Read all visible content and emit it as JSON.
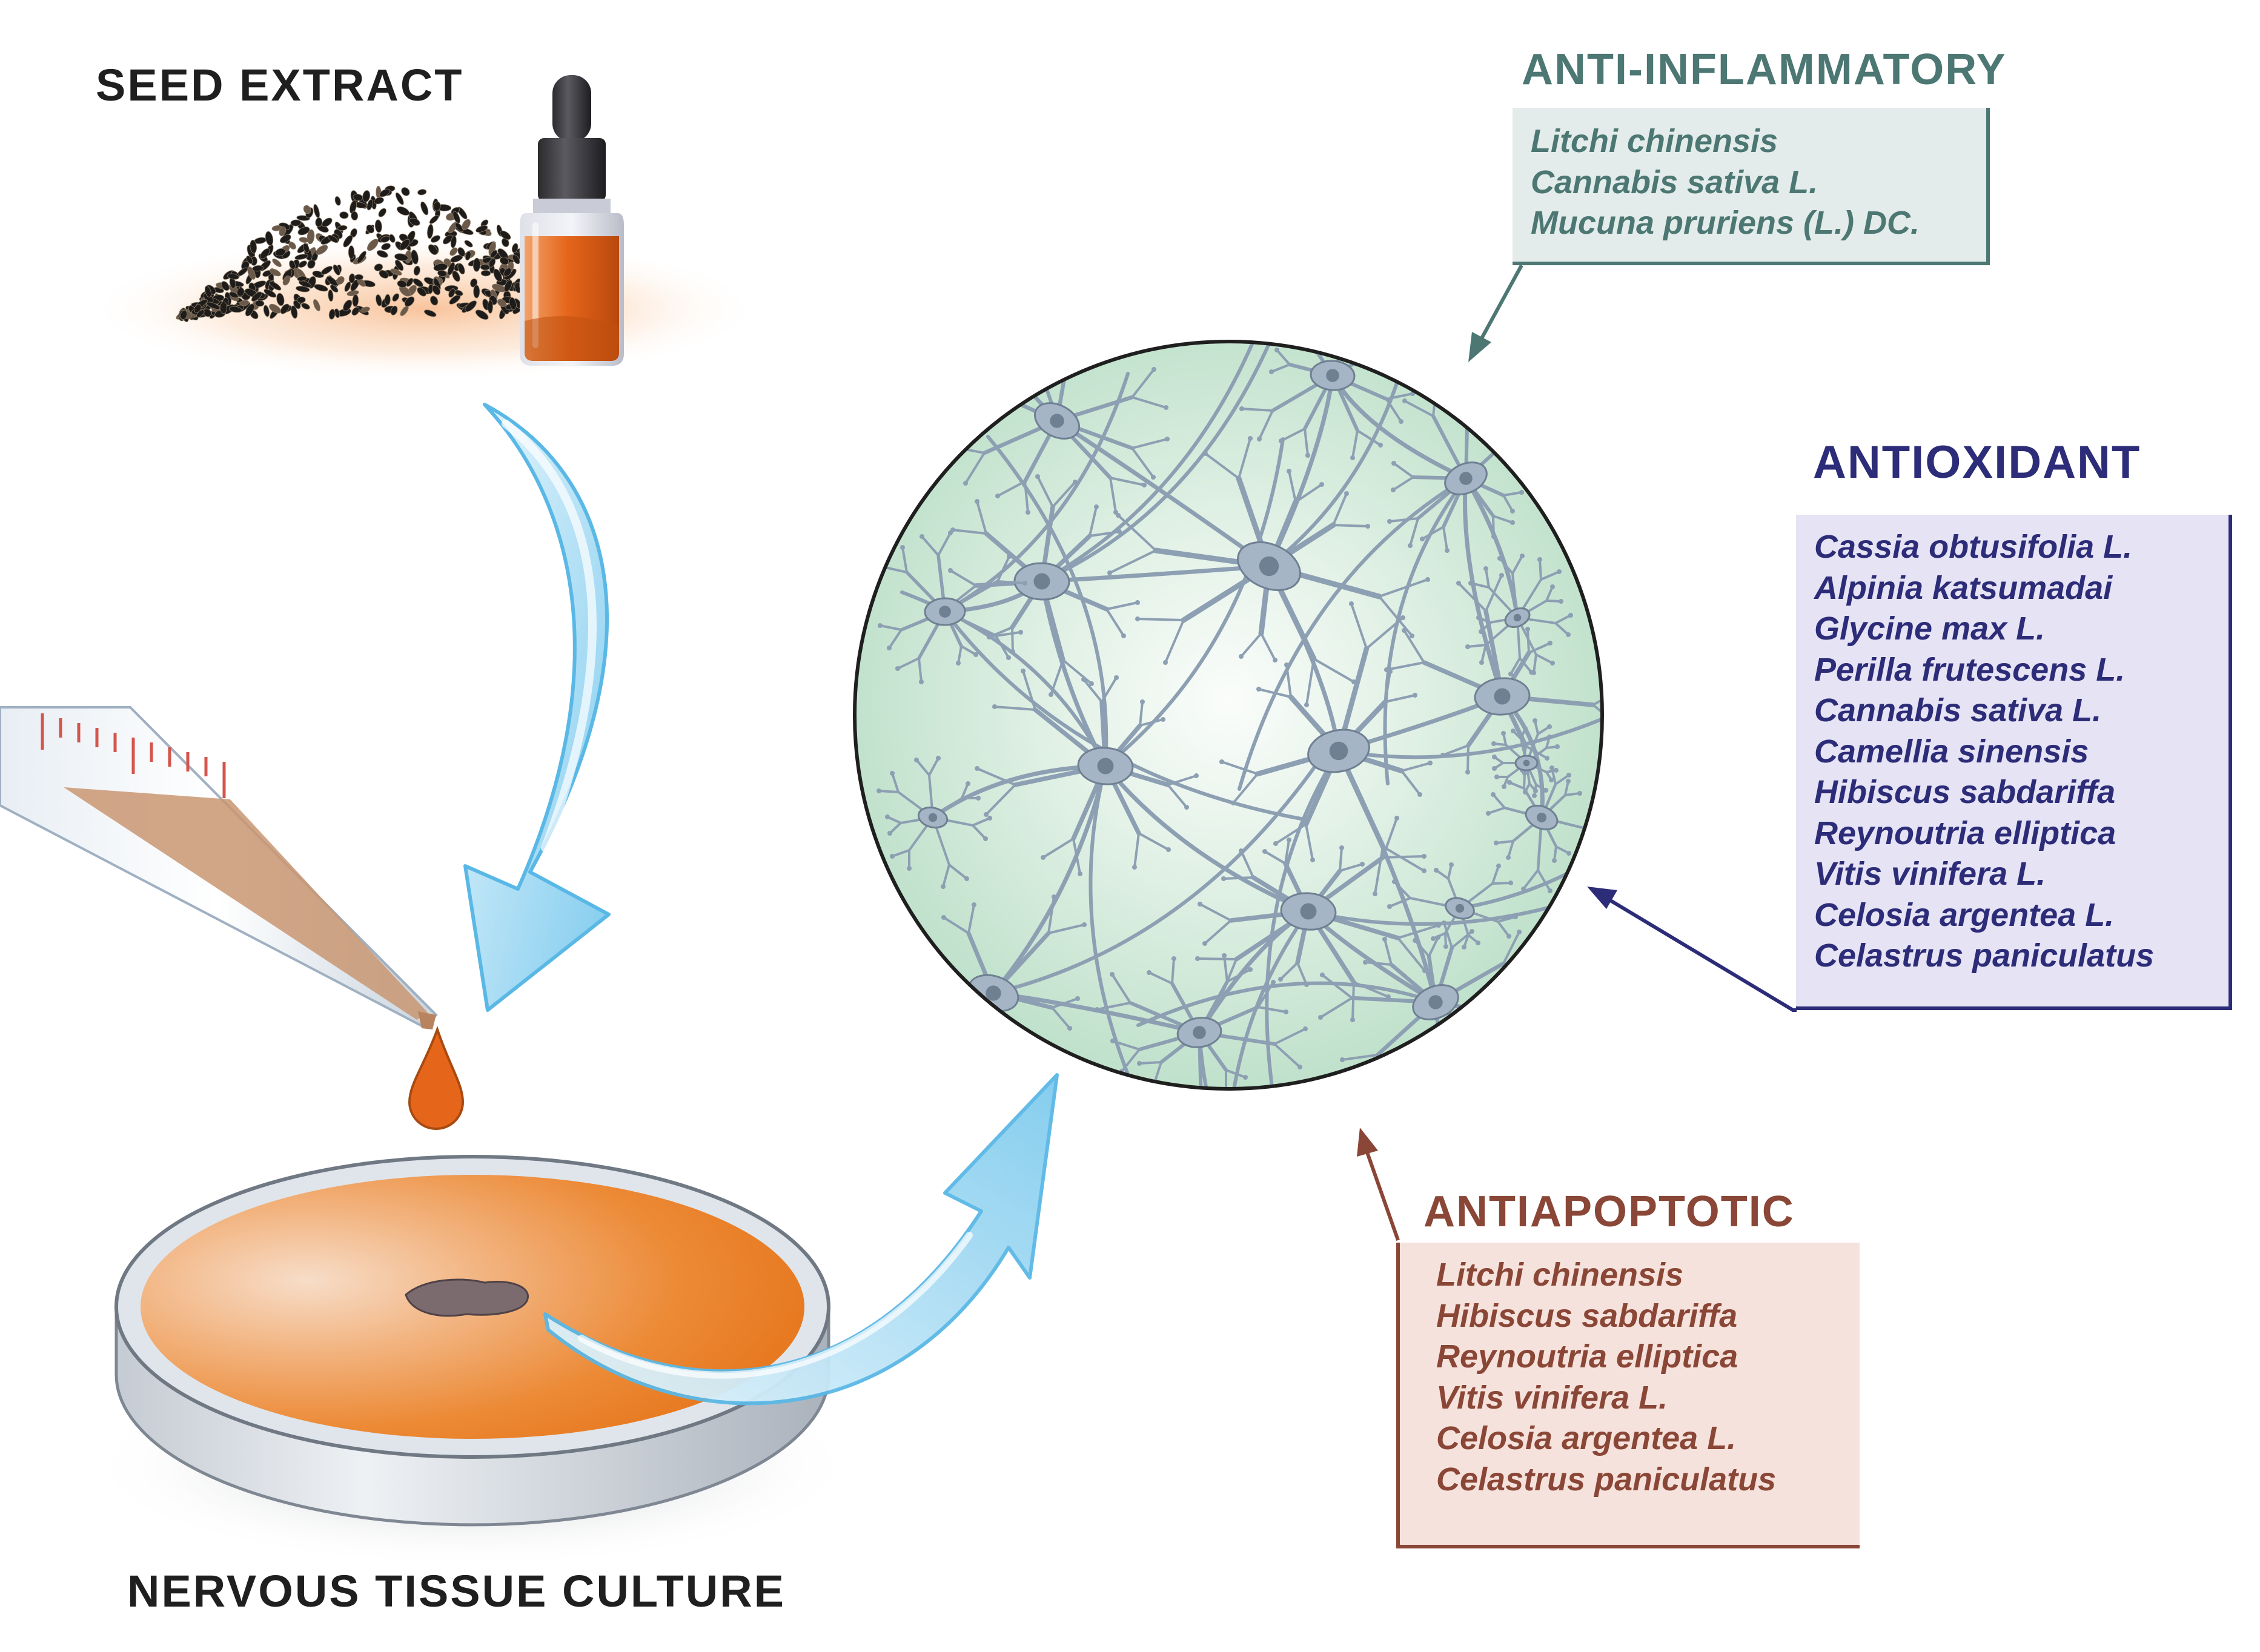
{
  "labels": {
    "seed_extract": "SEED EXTRACT",
    "nervous_tissue_culture": "NERVOUS TISSUE CULTURE"
  },
  "anti_inflammatory": {
    "heading": "ANTI-INFLAMMATORY",
    "color": "#4c7773",
    "items": [
      "Litchi chinensis",
      "Cannabis sativa L.",
      "Mucuna pruriens (L.) DC."
    ]
  },
  "antioxidant": {
    "heading": "ANTIOXIDANT",
    "color": "#2c2c78",
    "items": [
      "Cassia obtusifolia L.",
      "Alpinia katsumadai",
      "Glycine max L.",
      "Perilla frutescens L.",
      "Cannabis sativa L.",
      "Camellia sinensis",
      "Hibiscus sabdariffa",
      "Reynoutria elliptica",
      "Vitis vinifera L.",
      "Celosia argentea L.",
      "Celastrus paniculatus"
    ]
  },
  "antiapoptotic": {
    "heading": "ANTIAPOPTOTIC",
    "color": "#8a4636",
    "items": [
      "Litchi chinensis",
      "Hibiscus sabdariffa",
      "Reynoutria elliptica",
      "Vitis vinifera L.",
      "Celosia argentea L.",
      "Celastrus paniculatus"
    ]
  },
  "palette": {
    "extract_orange": "#e8731a",
    "culture_disc_green": "#cfe8d9",
    "neuron_blue_gray": "#8d9fb2",
    "arrow_light_blue": "#8fd3f0"
  }
}
